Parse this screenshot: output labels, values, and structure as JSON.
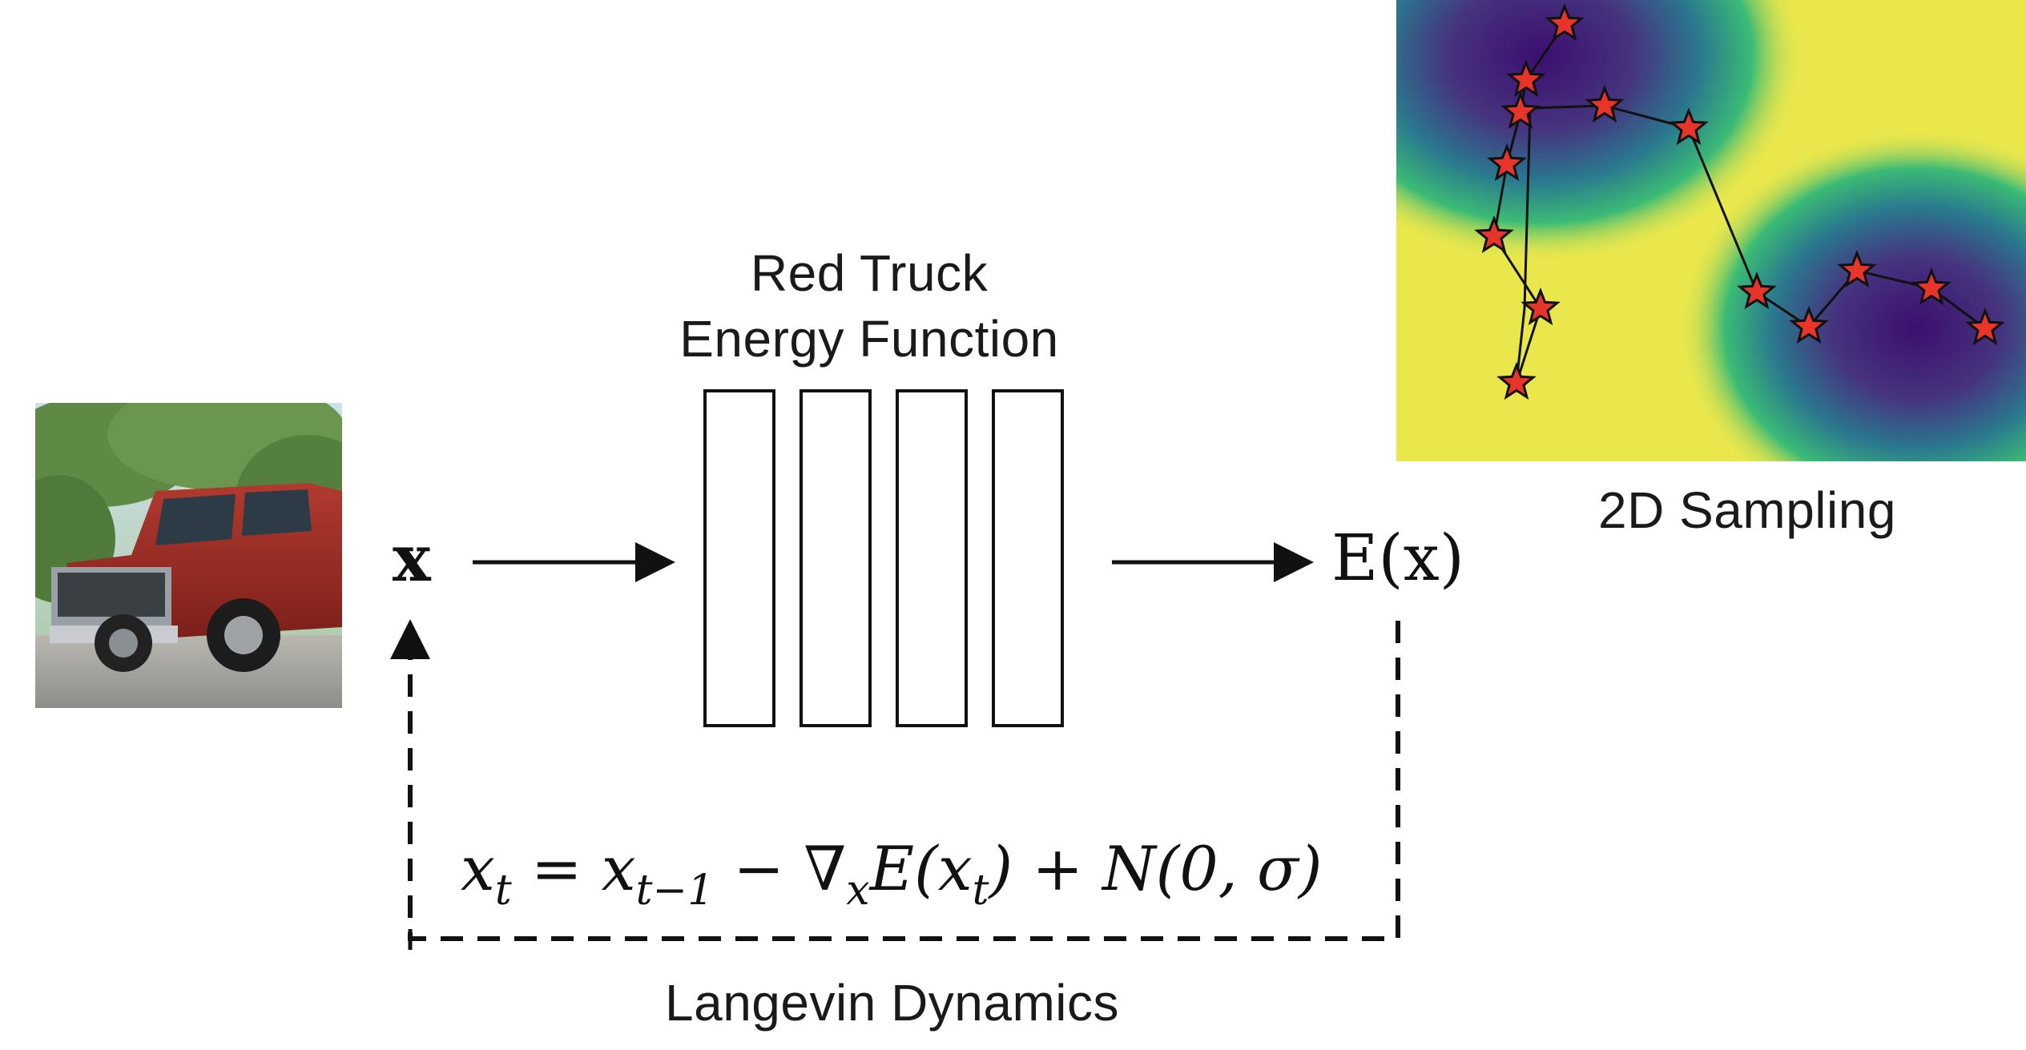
{
  "diagram": {
    "energy_function_title_line1": "Red Truck",
    "energy_function_title_line2": "Energy Function",
    "input_symbol": "x",
    "output_symbol": "E(x)",
    "equation": {
      "lhs": "x",
      "lhs_sub": "t",
      "eq": " = ",
      "prev": "x",
      "prev_sub": "t−1",
      "minus": " − ∇",
      "grad_sub": "x",
      "energy": "E(x",
      "energy_sub": "t",
      "energy_close": ")",
      "plus": " + N(0, σ)"
    },
    "loop_label": "Langevin Dynamics",
    "sampling_caption": "2D Sampling"
  },
  "colors": {
    "line": "#111111",
    "star_fill": "#e8352a",
    "map_low": "#3b0f70",
    "map_mid": "#21918c",
    "map_high": "#f2e94a"
  }
}
